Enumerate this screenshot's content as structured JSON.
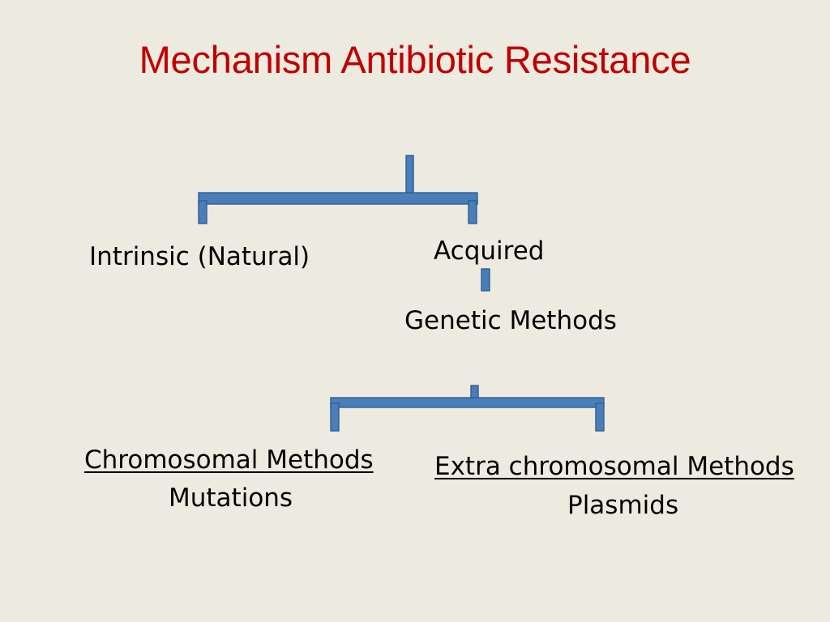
{
  "slide": {
    "title": "Mechanism Antibiotic Resistance",
    "background_color": "#EDEAE0",
    "title_color": "#C00000",
    "text_color": "#000000",
    "connector_fill": "#4A7EBB",
    "connector_stroke": "#2E5F8F"
  },
  "diagram": {
    "type": "tree",
    "root": "Mechanism Antibiotic Resistance",
    "nodes": {
      "intrinsic": "Intrinsic (Natural)",
      "acquired": "Acquired",
      "genetic_methods": "Genetic Methods",
      "chromosomal_methods": "Chromosomal Methods",
      "mutations": "Mutations",
      "extra_chromosomal_methods": "Extra chromosomal Methods",
      "plasmids": "Plasmids"
    },
    "levels": [
      {
        "level": 1,
        "items": [
          "Intrinsic (Natural)",
          "Acquired"
        ]
      },
      {
        "level": 2,
        "items": [
          "Genetic Methods"
        ]
      },
      {
        "level": 3,
        "items": [
          "Chromosomal Methods",
          "Extra chromosomal Methods"
        ]
      },
      {
        "level": 4,
        "items": [
          "Mutations",
          "Plasmids"
        ]
      }
    ],
    "edges": [
      {
        "from": "Mechanism Antibiotic Resistance",
        "to": "Intrinsic (Natural)"
      },
      {
        "from": "Mechanism Antibiotic Resistance",
        "to": "Acquired"
      },
      {
        "from": "Acquired",
        "to": "Genetic Methods"
      },
      {
        "from": "Genetic Methods",
        "to": "Chromosomal Methods"
      },
      {
        "from": "Genetic Methods",
        "to": "Extra chromosomal Methods"
      },
      {
        "from": "Chromosomal Methods",
        "to": "Mutations"
      },
      {
        "from": "Extra chromosomal Methods",
        "to": "Plasmids"
      }
    ]
  }
}
